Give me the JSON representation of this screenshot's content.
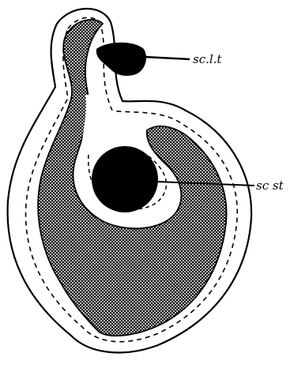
{
  "labels": {
    "upper": "sc.l.t",
    "lower": "sc st"
  },
  "colors": {
    "ink": "#000000",
    "paper": "#ffffff"
  },
  "fills": {
    "cytoplasm": "crosshatch",
    "nuclei": "solid-black"
  }
}
